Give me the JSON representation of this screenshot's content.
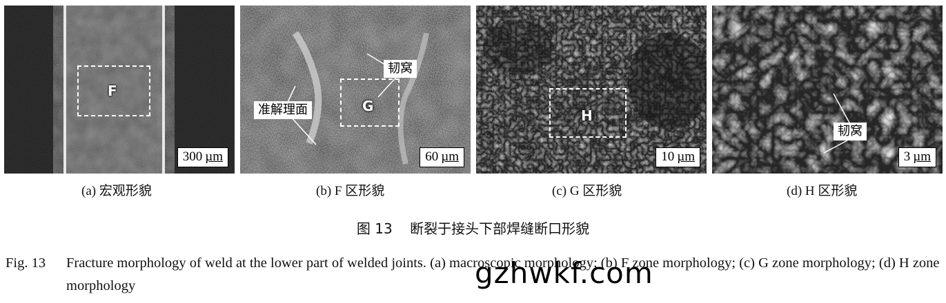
{
  "panels": [
    {
      "id": "a",
      "scale": "300",
      "unit": "µm",
      "zone_label": "F",
      "callouts": [],
      "caption": "(a) 宏观形貌"
    },
    {
      "id": "b",
      "scale": "60",
      "unit": "µm",
      "zone_label": "G",
      "callouts": [
        "韧窝",
        "准解理面"
      ],
      "caption": "(b) F 区形貌"
    },
    {
      "id": "c",
      "scale": "10",
      "unit": "µm",
      "zone_label": "H",
      "callouts": [],
      "caption": "(c) G 区形貌"
    },
    {
      "id": "d",
      "scale": "3",
      "unit": "µm",
      "zone_label": "",
      "callouts": [
        "韧窝"
      ],
      "caption": "(d) H 区形貌"
    }
  ],
  "figure_caption_zh": "图 13    断裂于接头下部焊缝断口形貌",
  "figure_caption_en": {
    "number": "Fig. 13",
    "text": "Fracture morphology of weld at the lower part of welded joints. (a) macroscopic morphology; (b) F zone morphology; (c) G zone morphology; (d) H zone morphology"
  },
  "watermark": "gzhwkf.com"
}
